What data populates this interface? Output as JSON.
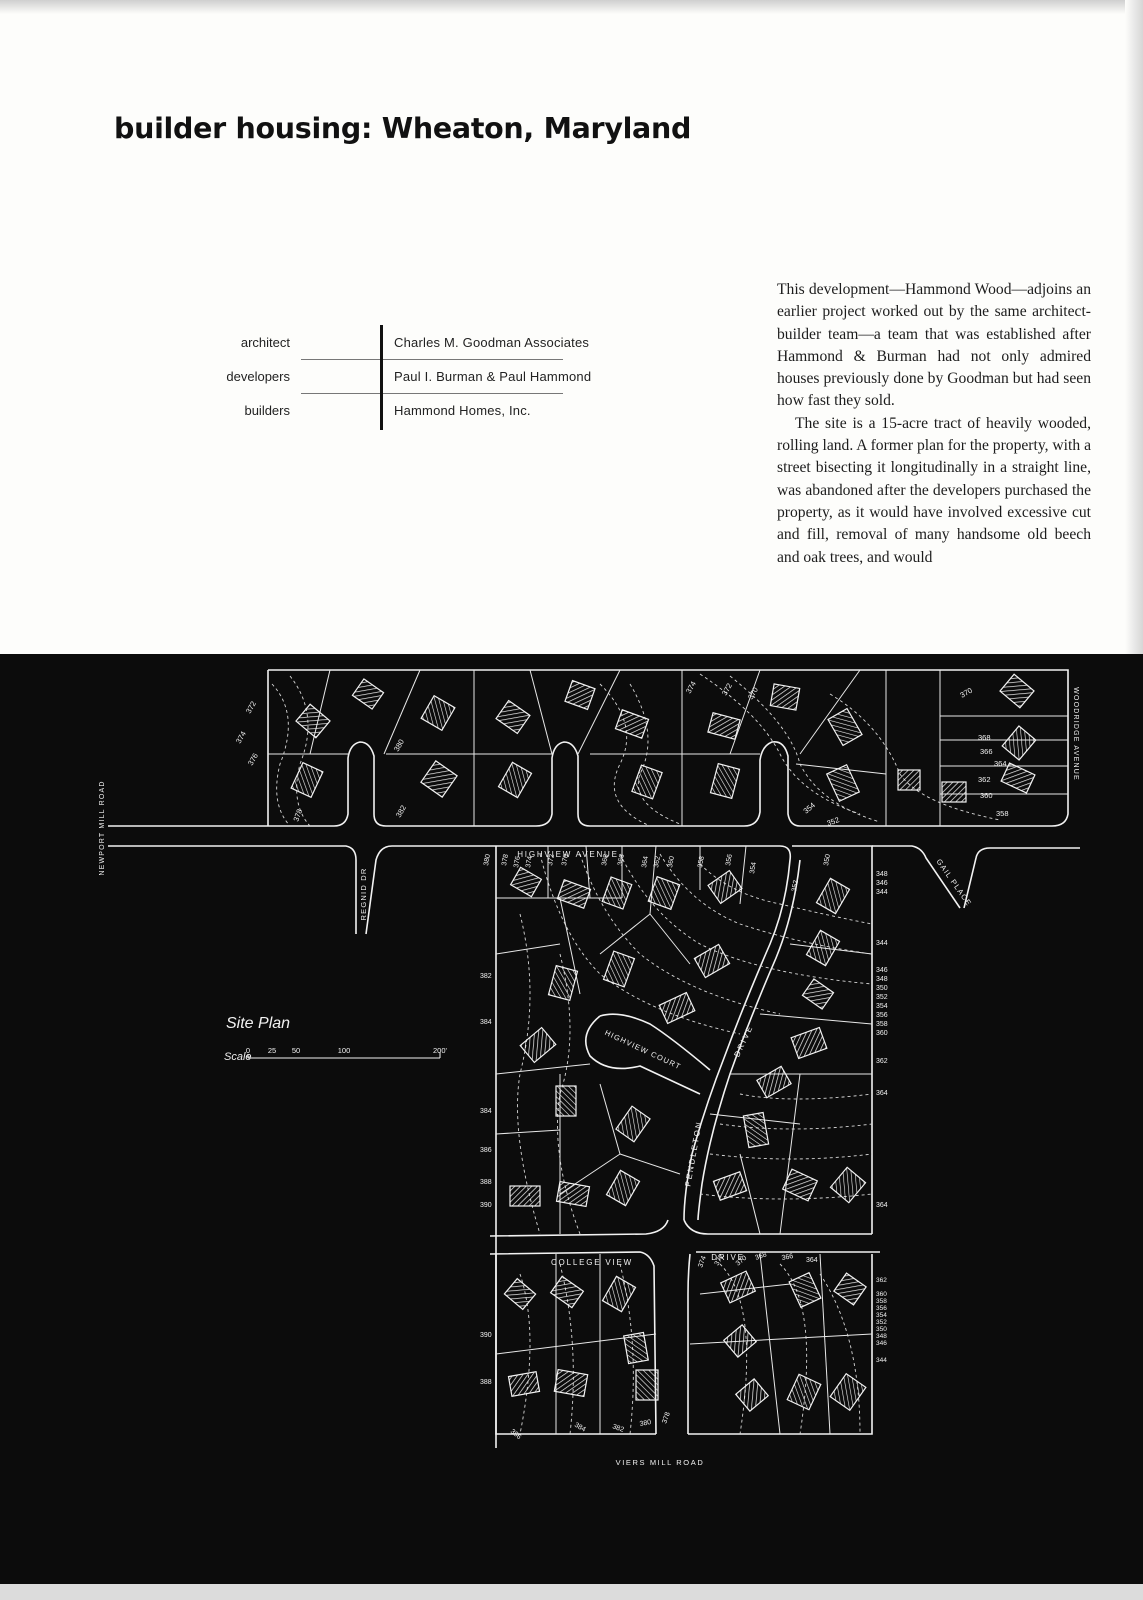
{
  "header": {
    "title": "builder housing: Wheaton, Maryland"
  },
  "credits": [
    {
      "role": "architect",
      "name": "Charles M. Goodman Associates"
    },
    {
      "role": "developers",
      "name": "Paul I. Burman & Paul Hammond"
    },
    {
      "role": "builders",
      "name": "Hammond Homes, Inc."
    }
  ],
  "article": {
    "paragraphs": [
      "This development—Hammond Wood—adjoins an earlier project worked out by the same architect-builder team—a team that was established after Hammond & Burman had not only admired houses previously done by Goodman but had seen how fast they sold.",
      "The site is a 15-acre tract of heavily wooded, rolling land. A former plan for the property, with a street bisecting it longitudinally in a straight line, was abandoned after the developers purchased the property, as it would have involved excessive cut and fill, removal of many handsome old beech and oak trees, and would"
    ]
  },
  "site_plan": {
    "caption": "Site Plan",
    "scale_label": "Scale",
    "scale_ticks": [
      "0",
      "25",
      "50",
      "100",
      "200'"
    ],
    "streets": {
      "highview_avenue": "HIGHVIEW AVENUE",
      "newport_mill_road": "NEWPORT MILL ROAD",
      "regnid_dr": "REGNID DR",
      "woodridge_avenue": "WOODRIDGE AVENUE",
      "gail_place": "GAIL PLACE",
      "highview_court": "HIGHVIEW COURT",
      "pendleton_drive_1": "PENDLETON",
      "pendleton_drive_2": "DRIVE",
      "college_view_drive_1": "COLLEGE VIEW",
      "college_view_drive_2": "DRIVE",
      "viers_mill_road": "VIERS MILL ROAD"
    },
    "elevations_right_upper": [
      "348",
      "346",
      "344",
      "344",
      "346",
      "348",
      "350",
      "352",
      "354",
      "356",
      "358",
      "360",
      "362",
      "364",
      "364"
    ],
    "elevations_right_lower": [
      "362",
      "360",
      "358",
      "356",
      "354",
      "352",
      "350",
      "348",
      "346",
      "344"
    ],
    "elevations_left": [
      "382",
      "384",
      "384",
      "386",
      "388",
      "390",
      "390",
      "388"
    ],
    "elevations_top": [
      "372",
      "374",
      "376",
      "378",
      "380",
      "382",
      "374",
      "372",
      "370",
      "370",
      "368",
      "366",
      "364",
      "362",
      "360",
      "358",
      "354",
      "352"
    ],
    "elevations_center_top": [
      "380",
      "378",
      "376",
      "374",
      "372",
      "370",
      "368",
      "366",
      "364",
      "362",
      "360",
      "358",
      "356",
      "354",
      "352",
      "350"
    ],
    "elevations_bottom": [
      "386",
      "384",
      "382",
      "380",
      "378",
      "374",
      "372",
      "370",
      "368",
      "366",
      "364"
    ],
    "colors": {
      "background": "#0c0c0c",
      "lines": "#f2f2f2"
    }
  }
}
